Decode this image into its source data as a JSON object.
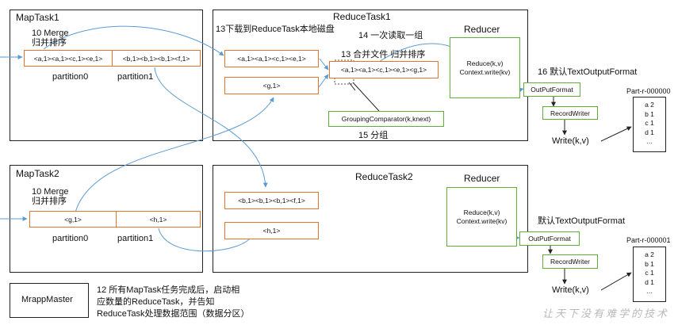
{
  "map_task_1": {
    "title": "MapTask1",
    "merge_line1": "10 Merge",
    "merge_line2": "归并排序",
    "partition0_box": "<a,1><a,1><c,1><e,1>",
    "partition1_box": "<b,1><b,1><b,1><f,1>",
    "partition0_label": "partition0",
    "partition1_label": "partition1"
  },
  "map_task_2": {
    "title": "MapTask2",
    "merge_line1": "10 Merge",
    "merge_line2": "归并排序",
    "partition0_box": "<g,1>",
    "partition1_box": "<h,1>",
    "partition0_label": "partition0",
    "partition1_label": "partition1"
  },
  "reduce_task_1": {
    "title": "ReduceTask1",
    "download_label": "13下载到ReduceTask本地磁盘",
    "read_group_label": "14 一次读取一组",
    "merge_label": "13 合并文件 归并排序",
    "box_a": "<a,1><a,1><c,1><e,1>",
    "box_g": "<g,1>",
    "merged_box": "<a,1><a,1><c,1><e,1><g,1>",
    "grouping_comparator": "GroupingComparator(k,knext)",
    "group_label": "15 分组",
    "reducer_title": "Reducer",
    "reduce_line1": "Reduce(k,v)",
    "reduce_line2": "Context.write(kv)"
  },
  "reduce_task_2": {
    "title": "ReduceTask2",
    "box_b": "<b,1><b,1><b,1><f,1>",
    "box_h": "<h,1>",
    "reducer_title": "Reducer",
    "reduce_line1": "Reduce(k,v)",
    "reduce_line2": "Context.write(kv)"
  },
  "output_1": {
    "label": "16 默认TextOutputFormat",
    "outputformat": "OutPutFormat",
    "recordwriter": "RecordWriter",
    "write": "Write(k,v)",
    "file_name": "Part-r-000000",
    "file_lines": [
      "a 2",
      "b 1",
      "c 1",
      "d 1",
      "…"
    ]
  },
  "output_2": {
    "label": "默认TextOutputFormat",
    "outputformat": "OutPutFormat",
    "recordwriter": "RecordWriter",
    "write": "Write(k,v)",
    "file_name": "Part-r-000001",
    "file_lines": [
      "a 2",
      "b 1",
      "c 1",
      "d 1",
      "…"
    ]
  },
  "master": {
    "title": "MrappMaster",
    "note_line1": "12 所有MapTask任务完成后，启动相",
    "note_line2": "应数量的ReduceTask，并告知",
    "note_line3": "ReduceTask处理数据范围（数据分区）"
  },
  "watermark": "让天下没有难学的技术",
  "colors": {
    "partition_border": "#e2762b",
    "reducer_border": "#5fae3a",
    "arrow": "#5b9bd5"
  }
}
